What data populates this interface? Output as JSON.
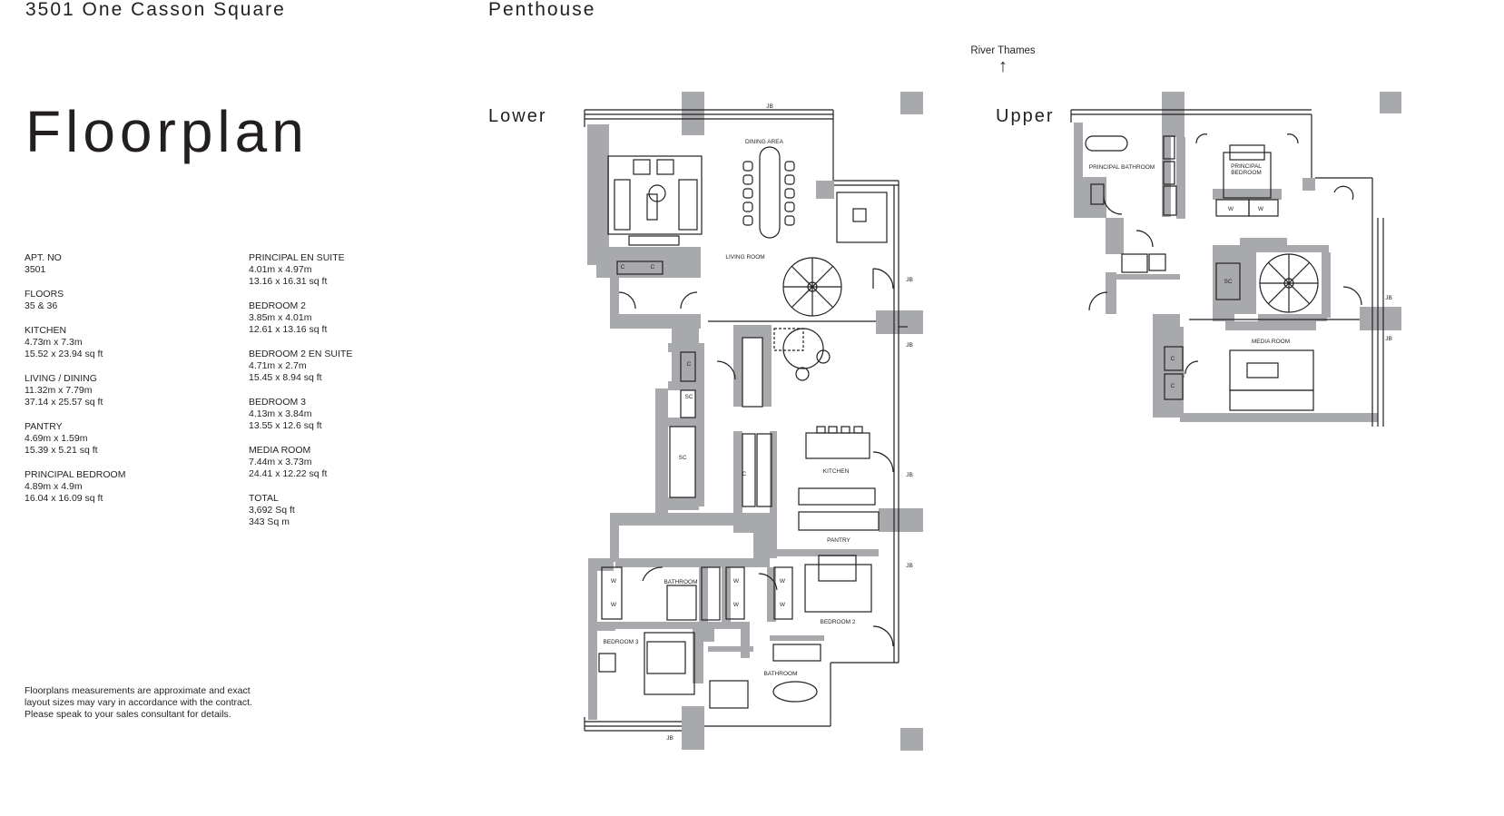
{
  "header": {
    "address": "3501 One Casson Square",
    "type": "Penthouse"
  },
  "title": "Floorplan",
  "specs_left": [
    {
      "label": "APT. NO",
      "lines": [
        "3501"
      ]
    },
    {
      "label": "FLOORS",
      "lines": [
        "35 & 36"
      ]
    },
    {
      "label": "KITCHEN",
      "lines": [
        "4.73m x 7.3m",
        "15.52 x 23.94 sq ft"
      ]
    },
    {
      "label": "LIVING / DINING",
      "lines": [
        "11.32m x 7.79m",
        "37.14 x 25.57 sq ft"
      ]
    },
    {
      "label": "PANTRY",
      "lines": [
        "4.69m x 1.59m",
        "15.39 x 5.21 sq ft"
      ]
    },
    {
      "label": "PRINCIPAL BEDROOM",
      "lines": [
        "4.89m x 4.9m",
        "16.04 x 16.09 sq ft"
      ]
    }
  ],
  "specs_right": [
    {
      "label": "PRINCIPAL EN SUITE",
      "lines": [
        "4.01m x 4.97m",
        "13.16 x 16.31 sq ft"
      ]
    },
    {
      "label": "BEDROOM 2",
      "lines": [
        "3.85m x 4.01m",
        "12.61 x 13.16 sq ft"
      ]
    },
    {
      "label": "BEDROOM 2 EN SUITE",
      "lines": [
        "4.71m x 2.7m",
        "15.45 x 8.94 sq ft"
      ]
    },
    {
      "label": "BEDROOM 3",
      "lines": [
        "4.13m x 3.84m",
        "13.55 x 12.6 sq ft"
      ]
    },
    {
      "label": "MEDIA ROOM",
      "lines": [
        "7.44m x 3.73m",
        "24.41 x 12.22 sq ft"
      ]
    },
    {
      "label": "TOTAL",
      "lines": [
        "3,692 Sq ft",
        "343 Sq m"
      ]
    }
  ],
  "disclaimer": "Floorplans measurements are approximate and exact layout sizes may vary in accordance with the contract. Please speak to your sales consultant for details.",
  "compass": {
    "label": "River Thames",
    "arrow": "↑"
  },
  "levels": {
    "lower": "Lower",
    "upper": "Upper"
  },
  "rooms_lower": {
    "dining": "DINING AREA",
    "living": "LIVING ROOM",
    "kitchen": "KITCHEN",
    "pantry": "PANTRY",
    "bathroom_a": "BATHROOM",
    "bedroom3": "BEDROOM 3",
    "bedroom2": "BEDROOM 2",
    "bathroom_b": "BATHROOM"
  },
  "rooms_upper": {
    "principal_bathroom": "PRINCIPAL BATHROOM",
    "principal_bedroom_1": "PRINCIPAL",
    "principal_bedroom_2": "BEDROOM",
    "media": "MEDIA ROOM"
  },
  "marks": {
    "cupboard": "C",
    "store": "SC",
    "wardrobe": "W",
    "jb": "JB"
  },
  "colors": {
    "wall": "#a7a9ac",
    "ink": "#231f20"
  }
}
